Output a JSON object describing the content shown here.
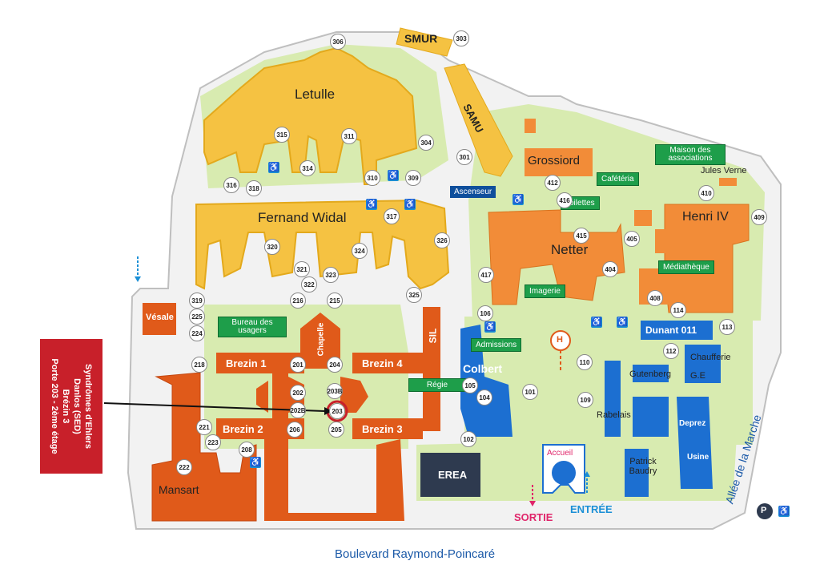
{
  "buildings": {
    "letulle": "Letulle",
    "fernand_widal": "Fernand  Widal",
    "smur": "SMUR",
    "samu": "SAMU",
    "grossiord": "Grossiord",
    "netter": "Netter",
    "henri_iv": "Henri IV",
    "jules_verne": "Jules Verne",
    "vesale": "Vésale",
    "chapelle": "Chapelle",
    "sil": "SIL",
    "brezin1": "Brezin 1",
    "brezin2": "Brezin 2",
    "brezin3": "Brezin 3",
    "brezin4": "Brezin 4",
    "colbert": "Colbert",
    "mansart": "Mansart",
    "erea": "EREA",
    "dunant": "Dunant 011",
    "gutenberg": "Gutenberg",
    "chaufferie": "Chaufferie",
    "ge": "G.E",
    "rabelais": "Rabelais",
    "deprez": "Deprez",
    "usine": "Usine",
    "patrick_baudry": "Patrick Baudry",
    "accueil": "Accueil"
  },
  "tags": {
    "maison": "Maison des associations",
    "cafeteria": "Cafétéria",
    "toilettes": "Toilettes",
    "imagerie": "Imagerie",
    "mediatheque": "Médiathèque",
    "bureau": "Bureau des usagers",
    "admissions": "Admissions",
    "regie": "Régie",
    "ascenseur": "Ascenseur"
  },
  "red_box": {
    "line1": "Syndrômes d'Ehlers",
    "line2": "Danlos (SED)",
    "line3": "Brézin 3",
    "line4": "Porte 203 - 2ème étage"
  },
  "roads": {
    "boulevard": "Boulevard Raymond-Poincaré",
    "allee": "Allée de la Marche",
    "sortie": "SORTIE",
    "entree": "ENTRÉE"
  },
  "numbers": [
    "306",
    "303",
    "315",
    "311",
    "304",
    "314",
    "301",
    "310",
    "309",
    "316",
    "318",
    "317",
    "320",
    "326",
    "321",
    "322",
    "323",
    "324",
    "325",
    "319",
    "225",
    "224",
    "216",
    "215",
    "218",
    "201",
    "204",
    "202",
    "203B",
    "202B",
    "203",
    "221",
    "223",
    "206",
    "205",
    "208",
    "222",
    "412",
    "416",
    "415",
    "410",
    "409",
    "405",
    "404",
    "417",
    "408",
    "114",
    "113",
    "106",
    "110",
    "112",
    "105",
    "104",
    "101",
    "109",
    "102"
  ],
  "parking": "P",
  "accessible": "♿",
  "heliport": "H",
  "colors": {
    "letulle_yellow": "#f5c242",
    "netter_orange": "#f28c38",
    "brezin_red": "#e05a1a",
    "colbert_blue": "#1c6fd1",
    "grass": "#d8ebb0",
    "path": "#f2f2f2",
    "green_tag": "#1e9e4a",
    "red_box": "#c8202a"
  }
}
